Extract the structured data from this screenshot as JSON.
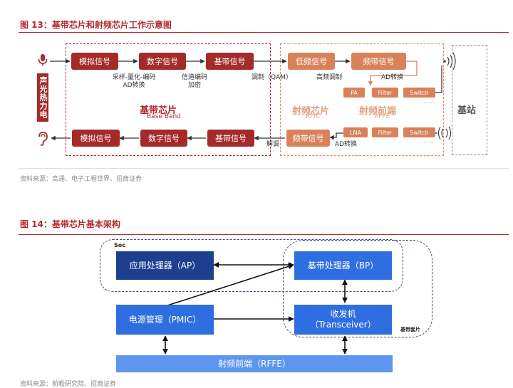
{
  "fig13": {
    "title": "图 13：基带芯片和射频芯片工作示意图",
    "vertical_label": "声光热力电",
    "row1": [
      "模拟信号",
      "数字信号",
      "基带信号",
      "低频信号",
      "频带信号"
    ],
    "row2": [
      "模拟信号",
      "数字信号",
      "基带信号",
      "频带信号"
    ],
    "labels_top": [
      "采样-量化-编码",
      "AD转换",
      "信道编码",
      "加密",
      "调制（QAM）",
      "高频调制",
      "AD转换"
    ],
    "labels_bottom": [
      "解调",
      "AD转换"
    ],
    "frontend_top": [
      "PA",
      "Filter",
      "Switch"
    ],
    "frontend_bottom": [
      "LNA",
      "Filter",
      "Switch"
    ],
    "dots": "……",
    "baseband_cn": "基带芯片",
    "baseband_en": "Base Band",
    "rfic_cn": "射频芯片",
    "rfic_en": "RFIC",
    "rffe_cn": "射频前端",
    "rffe_en": "RFFE",
    "station": "基站",
    "source": "资料来源：高通、电子工程世界、招商证券"
  },
  "fig14": {
    "title": "图 14：基带芯片基本架构",
    "soc": "Soc",
    "ap": "应用处理器（AP）",
    "bp": "基带处理器（BP）",
    "pmic": "电源管理（PMIC）",
    "transceiver_line1": "收发机",
    "transceiver_line2": "（Transceiver）",
    "bb_set": "基带套片",
    "rffe": "射频前端（RFFE）",
    "source": "资料来源：前瞻研究院、招商证券"
  },
  "colors": {
    "red": "#a52a2a",
    "orange": "#d9825a",
    "blue_dark": "#1c3f8f",
    "blue": "#2f6ee0",
    "blue_light": "#5f95f0"
  }
}
